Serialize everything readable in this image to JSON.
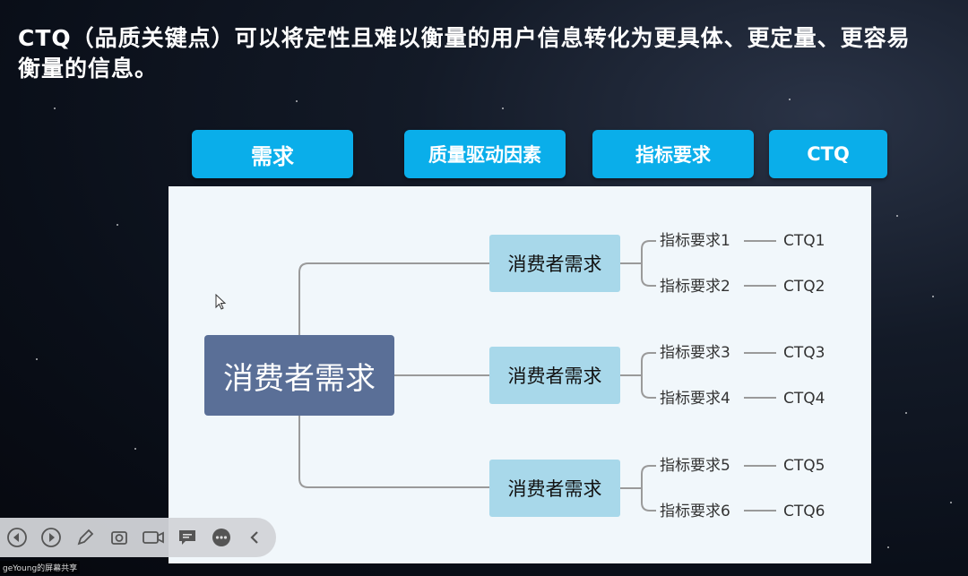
{
  "slide": {
    "title": "CTQ（品质关键点）可以将定性且难以衡量的用户信息转化为更具体、更定量、更容易衡量的信息。"
  },
  "headers": [
    {
      "label": "需求"
    },
    {
      "label": "质量驱动因素"
    },
    {
      "label": "指标要求"
    },
    {
      "label": "CTQ"
    }
  ],
  "diagram": {
    "central": "消费者需求",
    "branches": [
      {
        "label": "消费者需求",
        "leaves": [
          {
            "req": "指标要求1",
            "ctq": "CTQ1"
          },
          {
            "req": "指标要求2",
            "ctq": "CTQ2"
          }
        ]
      },
      {
        "label": "消费者需求",
        "leaves": [
          {
            "req": "指标要求3",
            "ctq": "CTQ3"
          },
          {
            "req": "指标要求4",
            "ctq": "CTQ4"
          }
        ]
      },
      {
        "label": "消费者需求",
        "leaves": [
          {
            "req": "指标要求5",
            "ctq": "CTQ5"
          },
          {
            "req": "指标要求6",
            "ctq": "CTQ6"
          }
        ]
      }
    ]
  },
  "toolbar": {
    "icons": [
      "prev-icon",
      "next-icon",
      "pen-icon",
      "screenshot-icon",
      "camera-icon",
      "chat-icon",
      "more-icon",
      "collapse-icon"
    ]
  },
  "footer": {
    "share_label": "geYoung的屏幕共享"
  },
  "colors": {
    "header_blue": "#0aaeea",
    "central_node": "#5a6f97",
    "branch_node": "#a8d8ea",
    "connector": "#9a9a9a"
  }
}
